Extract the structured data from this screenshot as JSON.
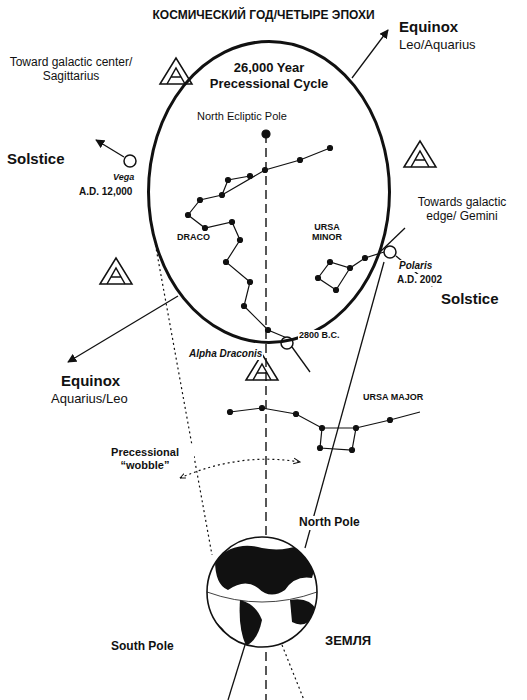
{
  "diagram": {
    "title": "КОСМИЧЕСКИЙ ГОД/ЧЕТЫРЕ ЭПОХИ",
    "nodes": [
      {
        "text": [
          "26,000 Year Precessional Cycle"
        ]
      }
    ],
    "labels": [
      "Toward galactic center/ Sagittarius",
      "Equinox",
      "Leo/Aquarius",
      "Solstice",
      "Vega",
      "A.D. 12,000",
      "North Ecliptic Pole",
      "DRACO",
      "URSA MINOR",
      "Towards galactic edge/ Gemini",
      "Polaris",
      "A.D. 2002",
      "Solstice",
      "Alpha Draconis",
      "2800 B.C.",
      "Equinox",
      "Aquarius/Leo",
      "URSA MAJOR",
      "Precessional “wobble”",
      "North Pole",
      "South Pole",
      "ЗЕМЛЯ"
    ]
  }
}
